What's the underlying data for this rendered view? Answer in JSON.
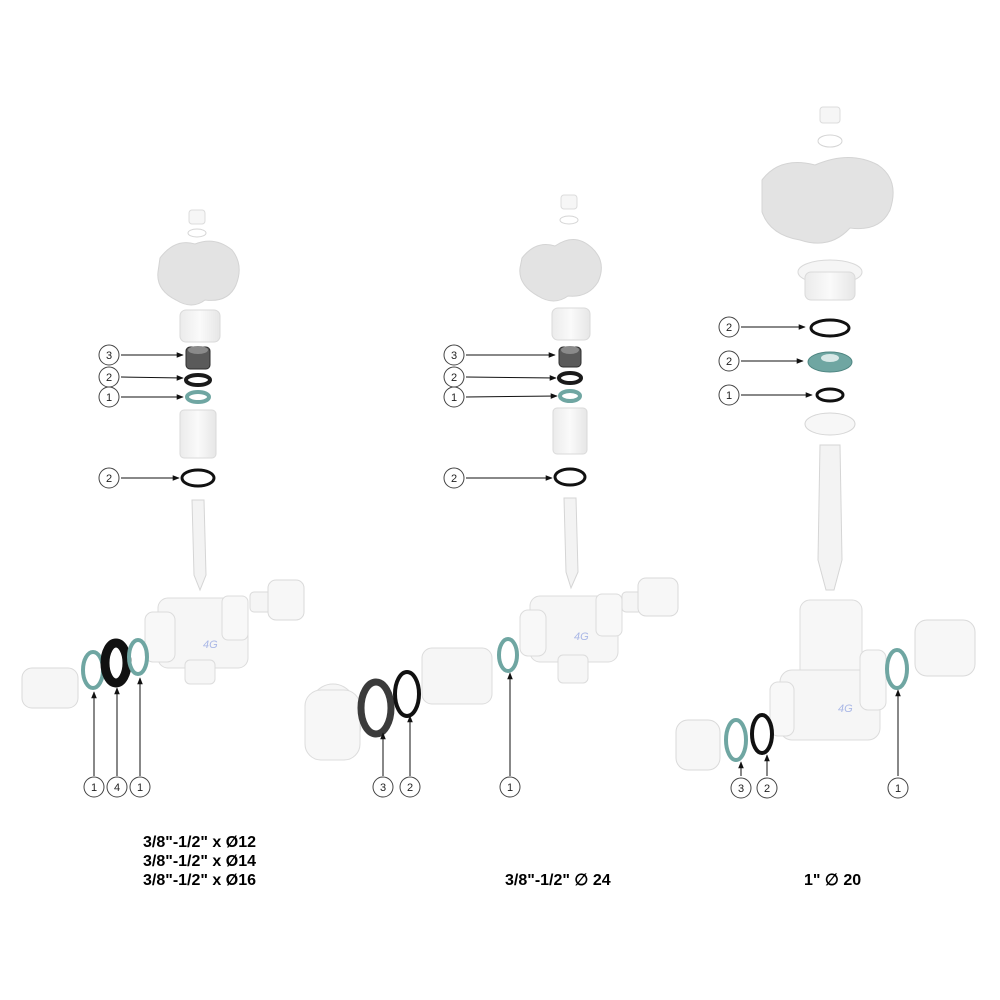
{
  "assemblies": [
    {
      "id": "small",
      "size_labels": [
        "3/8\"-1/2\" x Ø12",
        "3/8\"-1/2\" x Ø14",
        "3/8\"-1/2\" x Ø16"
      ],
      "callouts_stem": [
        "3",
        "2",
        "1",
        "2"
      ],
      "callouts_body": [
        "1",
        "4",
        "1"
      ],
      "body_logo": "4G"
    },
    {
      "id": "medium",
      "size_labels": [
        "3/8\"-1/2\" ∅ 24"
      ],
      "callouts_stem": [
        "3",
        "2",
        "1",
        "2"
      ],
      "callouts_body": [
        "3",
        "2",
        "1"
      ],
      "body_logo": "4G"
    },
    {
      "id": "large",
      "size_labels": [
        "1\" ∅ 20"
      ],
      "callouts_stem": [
        "2",
        "2",
        "1"
      ],
      "callouts_body": [
        "3",
        "2",
        "1"
      ],
      "body_logo": "4G"
    }
  ],
  "colors": {
    "part_fill": "#f4f4f4",
    "part_stroke": "#d9d9d9",
    "handle_fill": "#e3e3e3",
    "seal_green": "#6fa6a2",
    "seal_black": "#1a1a1a",
    "seal_dark": "#4a4a4a",
    "logo_blue": "#a9b7e6"
  }
}
